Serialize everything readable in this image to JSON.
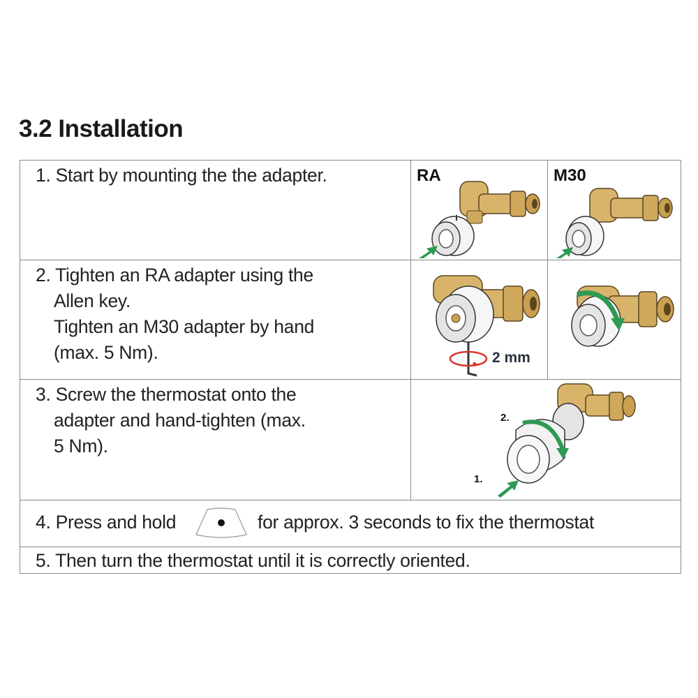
{
  "title": "3.2 Installation",
  "steps": [
    {
      "lines": [
        "1. Start by mounting the the adapter."
      ]
    },
    {
      "lines": [
        "2. Tighten an RA adapter using the",
        "Allen key.",
        "Tighten an M30 adapter by hand",
        "(max. 5 Nm)."
      ]
    },
    {
      "lines": [
        "3. Screw the thermostat onto the",
        "adapter and hand-tighten (max.",
        "5 Nm)."
      ]
    },
    {
      "before_icon": "4. Press and hold",
      "after_icon": "for approx. 3 seconds to fix the thermostat"
    },
    {
      "lines": [
        "5. Then turn the thermostat until it is correctly oriented."
      ]
    }
  ],
  "figures": {
    "ra_label": "RA",
    "m30_label": "M30",
    "allen_key_size": "2 mm",
    "step_one": "1.",
    "step_two": "2."
  },
  "colors": {
    "brass": "#d8b46a",
    "arrow_green": "#2e9a52",
    "rotation_red": "#d9342b",
    "border": "#8a8a8a"
  }
}
